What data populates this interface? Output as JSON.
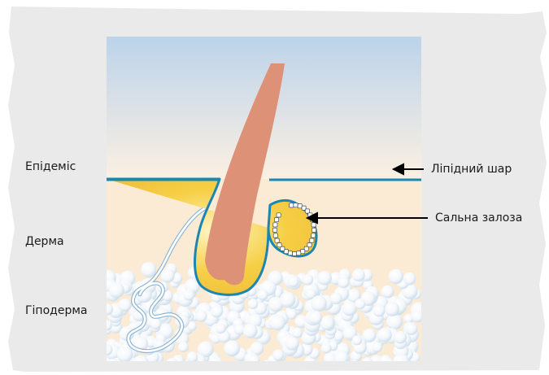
{
  "labels": {
    "epidermis": "Епідеміс",
    "dermis": "Дерма",
    "hypodermis": "Гіподерма",
    "lipid_layer": "Ліпідний шар",
    "sebaceous_gland": "Сальна залоза"
  },
  "colors": {
    "page_bg": "#e9eae9",
    "sky_top": "#bcd3ea",
    "skin": "#fcebd4",
    "skin_line": "#1a86b4",
    "hair": "#dd9277",
    "sebum": "#f6cf45",
    "fat_cell": "#ffffff"
  }
}
